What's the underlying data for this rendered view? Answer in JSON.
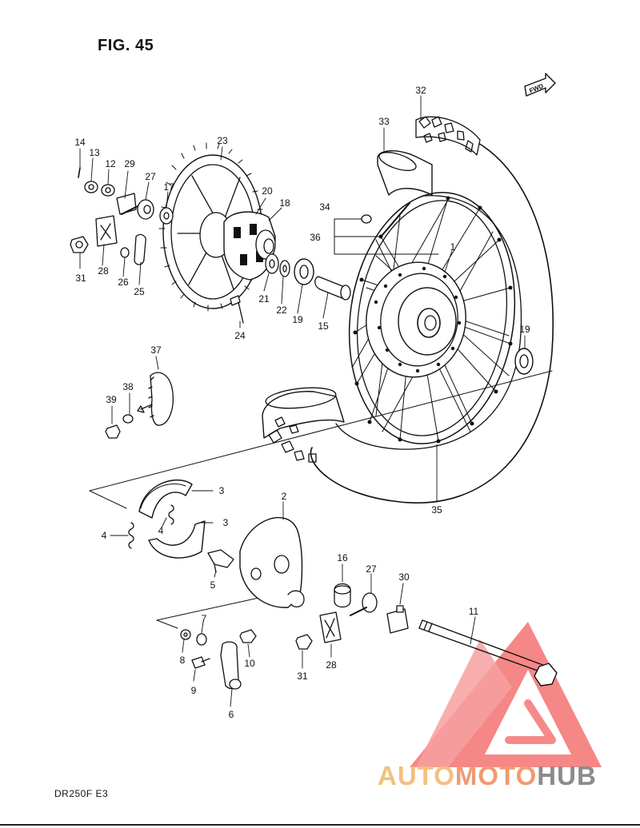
{
  "figure": {
    "title": "FIG. 45",
    "model": "DR250F  E3"
  },
  "watermark": {
    "parts": [
      "AUTO",
      "MOTO",
      "HUB"
    ],
    "colors": [
      "#f3c07e",
      "#f19a72",
      "#8b8b8b"
    ],
    "logo_colors": [
      "#f46d6d",
      "#f7a0a0"
    ]
  },
  "fwd_arrow": {
    "text": "FWD"
  },
  "callouts": [
    {
      "id": "14",
      "label": "14"
    },
    {
      "id": "13",
      "label": "13"
    },
    {
      "id": "12",
      "label": "12"
    },
    {
      "id": "29",
      "label": "29"
    },
    {
      "id": "27a",
      "label": "27"
    },
    {
      "id": "17",
      "label": "17"
    },
    {
      "id": "23",
      "label": "23"
    },
    {
      "id": "20",
      "label": "20"
    },
    {
      "id": "18",
      "label": "18"
    },
    {
      "id": "31a",
      "label": "31"
    },
    {
      "id": "28a",
      "label": "28"
    },
    {
      "id": "26",
      "label": "26"
    },
    {
      "id": "25",
      "label": "25"
    },
    {
      "id": "21",
      "label": "21"
    },
    {
      "id": "22",
      "label": "22"
    },
    {
      "id": "19a",
      "label": "19"
    },
    {
      "id": "15",
      "label": "15"
    },
    {
      "id": "24",
      "label": "24"
    },
    {
      "id": "32",
      "label": "32"
    },
    {
      "id": "33",
      "label": "33"
    },
    {
      "id": "34",
      "label": "34"
    },
    {
      "id": "36",
      "label": "36"
    },
    {
      "id": "1",
      "label": "1"
    },
    {
      "id": "19b",
      "label": "19"
    },
    {
      "id": "37",
      "label": "37"
    },
    {
      "id": "38",
      "label": "38"
    },
    {
      "id": "39",
      "label": "39"
    },
    {
      "id": "35",
      "label": "35"
    },
    {
      "id": "3a",
      "label": "3"
    },
    {
      "id": "3b",
      "label": "3"
    },
    {
      "id": "4a",
      "label": "4"
    },
    {
      "id": "4b",
      "label": "4"
    },
    {
      "id": "2",
      "label": "2"
    },
    {
      "id": "5",
      "label": "5"
    },
    {
      "id": "16",
      "label": "16"
    },
    {
      "id": "27b",
      "label": "27"
    },
    {
      "id": "30",
      "label": "30"
    },
    {
      "id": "7",
      "label": "7"
    },
    {
      "id": "8",
      "label": "8"
    },
    {
      "id": "10",
      "label": "10"
    },
    {
      "id": "9",
      "label": "9"
    },
    {
      "id": "6",
      "label": "6"
    },
    {
      "id": "31b",
      "label": "31"
    },
    {
      "id": "28b",
      "label": "28"
    },
    {
      "id": "11",
      "label": "11"
    }
  ]
}
